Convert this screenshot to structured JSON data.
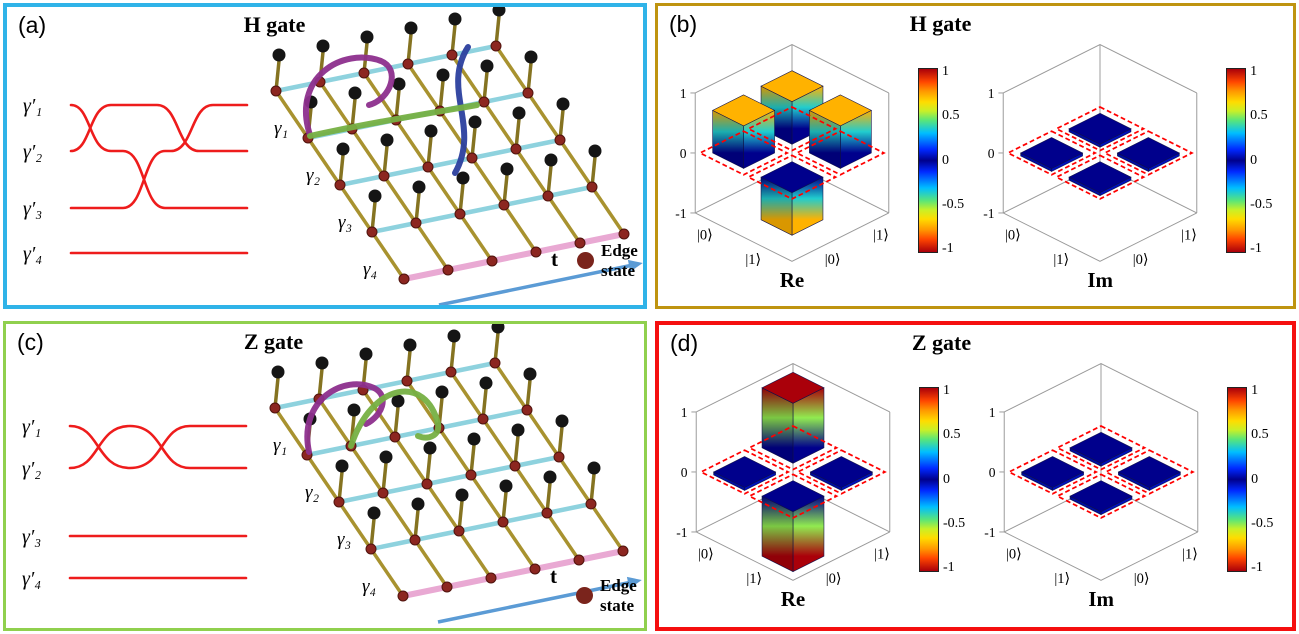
{
  "figure": {
    "panel_a": {
      "label": "(a)",
      "title": "H gate",
      "braid_labels": [
        "γ′₁",
        "γ′₂",
        "γ′₃",
        "γ′₄"
      ],
      "lattice_labels": [
        "γ₁",
        "γ₂",
        "γ₃",
        "γ₄"
      ],
      "time_label": "t",
      "legend_line1": "Edge",
      "legend_line2": "state"
    },
    "panel_b": {
      "label": "(b)",
      "title": "H gate"
    },
    "panel_c": {
      "label": "(c)",
      "title": "Z gate",
      "braid_labels": [
        "γ′₁",
        "γ′₂",
        "γ′₃",
        "γ′₄"
      ],
      "lattice_labels": [
        "γ₁",
        "γ₂",
        "γ₃",
        "γ₄"
      ],
      "time_label": "t",
      "legend_line1": "Edge",
      "legend_line2": "state"
    },
    "panel_d": {
      "label": "(d)",
      "title": "Z gate"
    },
    "axis": {
      "colorbar_ticks": [
        "1",
        "0.5",
        "0",
        "-0.5",
        "-1"
      ]
    },
    "colors": {
      "panel_a_border": "#2fb3e8",
      "panel_b_border": "#bf9410",
      "panel_c_border": "#90d04e",
      "panel_d_border": "#f50f0f",
      "edge_state_dot": "#7a241c",
      "braid_line": "#ee1c1c",
      "time_arrow": "#5b9bd5"
    }
  },
  "chart_data": [
    {
      "panel": "b",
      "type": "bar",
      "title": "H gate",
      "colorbar": {
        "range": [
          -1,
          1
        ],
        "ticks": [
          1,
          0.5,
          0,
          -0.5,
          -1
        ],
        "colormap": "jet(|z|), red at ±1, blue at 0"
      },
      "subplots": [
        {
          "name": "Re",
          "row_labels": [
            "|0⟩",
            "|1⟩"
          ],
          "col_labels": [
            "|0⟩",
            "|1⟩"
          ],
          "zlim": [
            -1,
            1
          ],
          "z_ticks": [
            "1",
            "0",
            "-1"
          ],
          "values": [
            [
              0.71,
              0.71
            ],
            [
              0.71,
              -0.71
            ]
          ]
        },
        {
          "name": "Im",
          "row_labels": [
            "|0⟩",
            "|1⟩"
          ],
          "col_labels": [
            "|0⟩",
            "|1⟩"
          ],
          "zlim": [
            -1,
            1
          ],
          "z_ticks": [
            "1",
            "0",
            "-1"
          ],
          "values": [
            [
              0,
              0
            ],
            [
              0,
              0
            ]
          ]
        }
      ]
    },
    {
      "panel": "d",
      "type": "bar",
      "title": "Z gate",
      "colorbar": {
        "range": [
          -1,
          1
        ],
        "ticks": [
          1,
          0.5,
          0,
          -0.5,
          -1
        ],
        "colormap": "jet(|z|), red at ±1, blue at 0"
      },
      "subplots": [
        {
          "name": "Re",
          "row_labels": [
            "|0⟩",
            "|1⟩"
          ],
          "col_labels": [
            "|0⟩",
            "|1⟩"
          ],
          "zlim": [
            -1,
            1
          ],
          "z_ticks": [
            "1",
            "0",
            "-1"
          ],
          "values": [
            [
              1,
              0
            ],
            [
              0,
              -1
            ]
          ]
        },
        {
          "name": "Im",
          "row_labels": [
            "|0⟩",
            "|1⟩"
          ],
          "col_labels": [
            "|0⟩",
            "|1⟩"
          ],
          "zlim": [
            -1,
            1
          ],
          "z_ticks": [
            "1",
            "0",
            "-1"
          ],
          "values": [
            [
              0,
              0
            ],
            [
              0,
              0
            ]
          ]
        }
      ]
    }
  ]
}
